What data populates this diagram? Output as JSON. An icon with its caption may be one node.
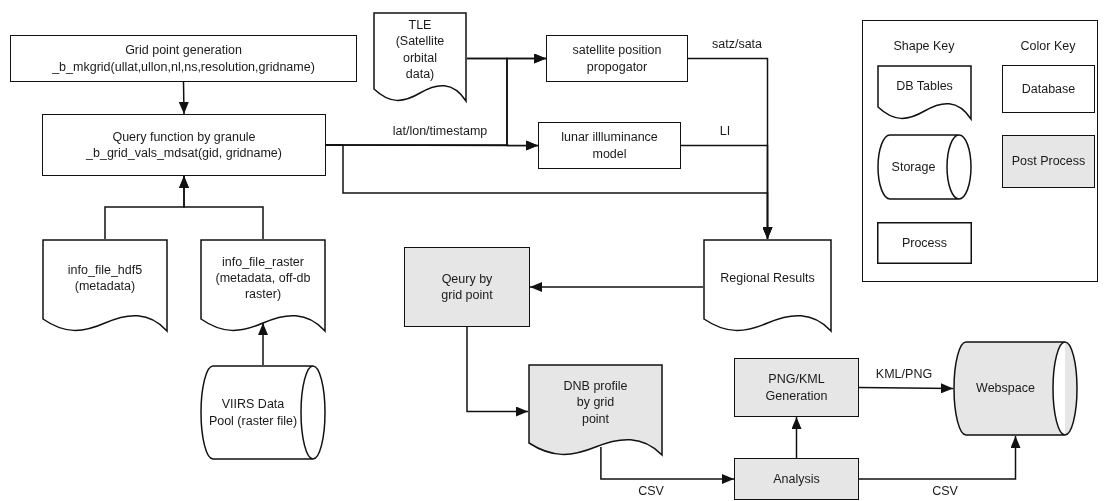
{
  "diagram": {
    "nodes": [
      {
        "text": [
          "Grid point generation",
          "_b_mkgrid(ullat,ullon,nl,ns,resolution,gridname)"
        ]
      },
      {
        "text": [
          "TLE (Satellite orbital data)"
        ]
      },
      {
        "text": [
          "satellite position propogator"
        ]
      },
      {
        "text": [
          "Query function by granule",
          "_b_grid_vals_mdsat(gid, gridname)"
        ]
      },
      {
        "text": [
          "lunar illluminance model"
        ]
      },
      {
        "text": [
          "info_file_hdf5 (metadata)"
        ]
      },
      {
        "text": [
          "info_file_raster (metadata, off-db raster)"
        ]
      },
      {
        "text": [
          "Qeury by grid point"
        ]
      },
      {
        "text": [
          "Regional Results"
        ]
      },
      {
        "text": [
          "VIIRS Data Pool (raster file)"
        ]
      },
      {
        "text": [
          "DNB profile by grid point"
        ]
      },
      {
        "text": [
          "PNG/KML Generation"
        ]
      },
      {
        "text": [
          "Webspace"
        ]
      },
      {
        "text": [
          "Analysis"
        ]
      }
    ],
    "edges": [
      {
        "from": 0,
        "to": 3,
        "arrow": "to"
      },
      {
        "from": 5,
        "to": 3,
        "arrow": "to"
      },
      {
        "from": 6,
        "to": 3,
        "arrow": "to"
      },
      {
        "from": 9,
        "to": 6,
        "arrow": "to"
      },
      {
        "from": 1,
        "to": 2,
        "arrow": "to"
      },
      {
        "from": 1,
        "to": 4,
        "arrow": "to"
      },
      {
        "from": 3,
        "to": 4,
        "arrow": "to",
        "label": "lat/lon/timestamp"
      },
      {
        "from": 3,
        "to": 2,
        "arrow": "to"
      },
      {
        "from": 3,
        "to": 8,
        "arrow": "to"
      },
      {
        "from": 2,
        "to": 8,
        "arrow": "to",
        "label": "satz/sata"
      },
      {
        "from": 4,
        "to": 8,
        "arrow": "to",
        "label": "LI"
      },
      {
        "from": 8,
        "to": 7,
        "arrow": "to"
      },
      {
        "from": 7,
        "to": 10,
        "arrow": "to"
      },
      {
        "from": 10,
        "to": 13,
        "arrow": "to",
        "label": "CSV"
      },
      {
        "from": 13,
        "to": 11,
        "arrow": "to"
      },
      {
        "from": 11,
        "to": 12,
        "arrow": "to",
        "label": "KML/PNG"
      },
      {
        "from": 13,
        "to": 12,
        "arrow": "to",
        "label": "CSV"
      }
    ],
    "labels": [
      "Shape Key",
      "Color Key"
    ],
    "legend": [
      {
        "text": "DB Tables"
      },
      {
        "text": "Storage"
      },
      {
        "text": "Process"
      },
      {
        "text": "Database",
        "color": "#ffffff"
      },
      {
        "text": "Post Process",
        "color": "#e6e6e6"
      }
    ]
  }
}
